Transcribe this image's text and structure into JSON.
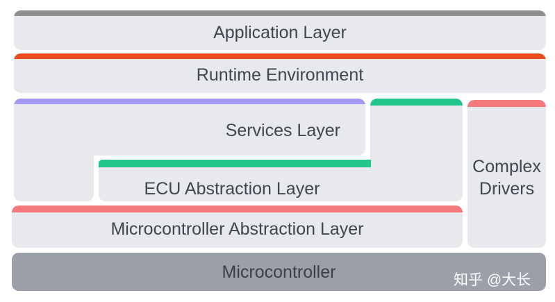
{
  "layers": {
    "application": "Application Layer",
    "runtime": "Runtime Environment",
    "services": "Services Layer",
    "ecu_abstraction": "ECU Abstraction Layer",
    "complex_drivers": "Complex Drivers",
    "mcal": "Microcontroller Abstraction Layer",
    "microcontroller": "Microcontroller"
  },
  "colors": {
    "application_accent": "#8e8f91",
    "runtime_accent": "#ed4c1e",
    "services_accent": "#a09af3",
    "ecu_accent": "#22c68b",
    "complex_drivers_accent": "#f47a7e",
    "mcal_accent": "#f47a7e",
    "block_fill": "#e8e9ec",
    "microcontroller_fill": "#9a9fa8"
  },
  "watermark": "知乎 @大长"
}
